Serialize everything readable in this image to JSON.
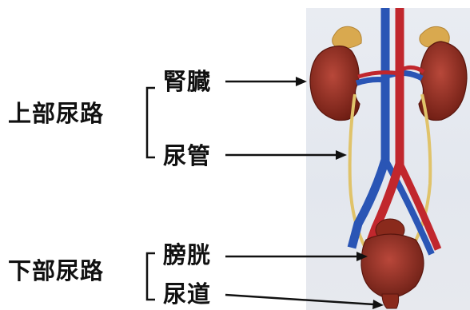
{
  "labels": {
    "upper_group": "上部尿路",
    "lower_group": "下部尿路",
    "kidney": "腎臓",
    "ureter": "尿管",
    "bladder": "膀胱",
    "urethra": "尿道"
  },
  "colors": {
    "kidney": "#8a2a1c",
    "adrenal": "#d9a94f",
    "artery": "#c1272d",
    "vein": "#2a55b5",
    "ureter": "#e0c36a",
    "bladder": "#9b2f22",
    "panel": "#e6e9ef",
    "text": "#111111"
  }
}
